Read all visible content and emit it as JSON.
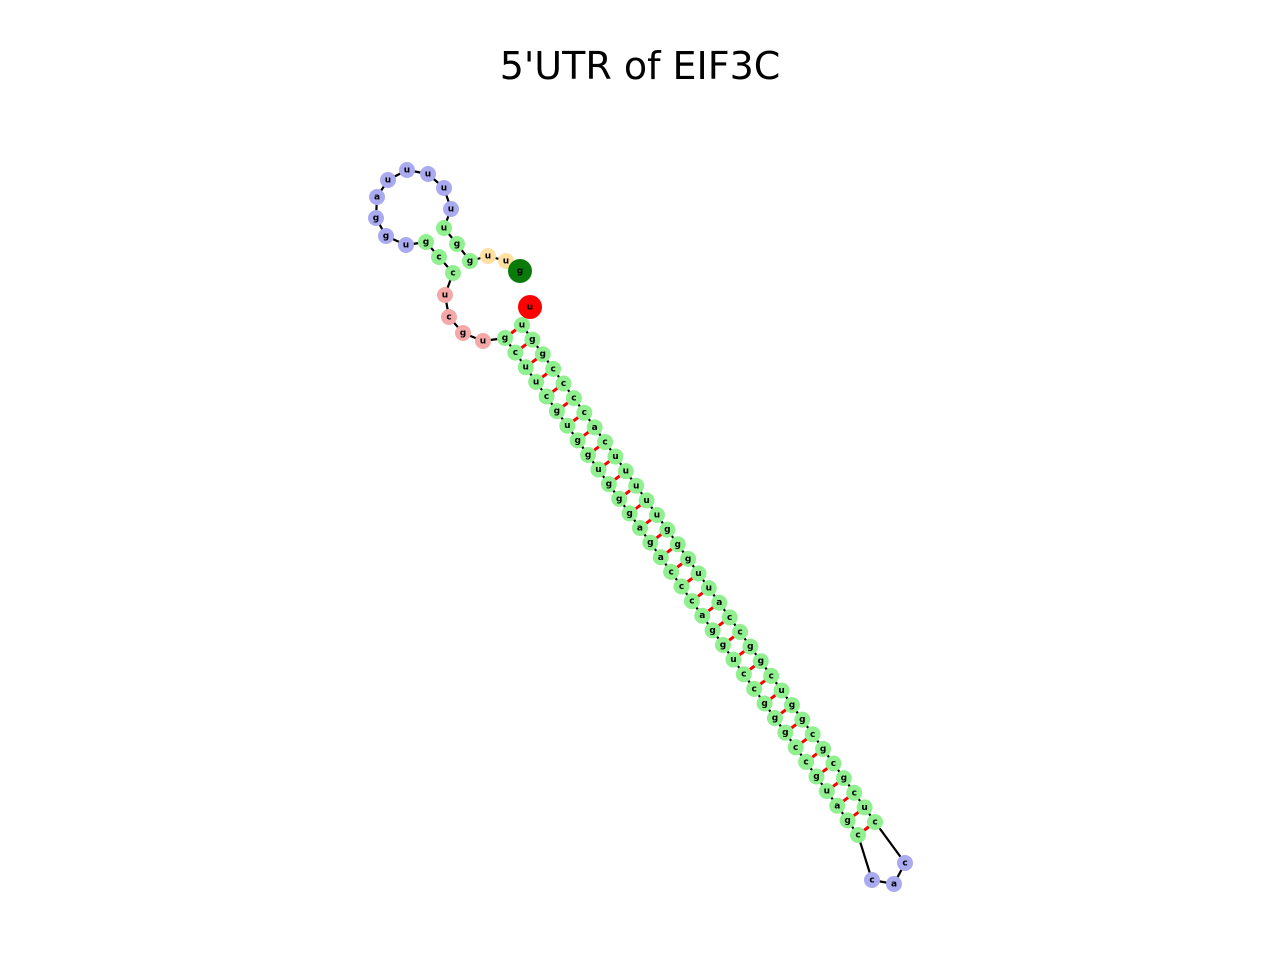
{
  "figure": {
    "title": "5'UTR of EIF3C"
  },
  "structure": {
    "five_prime_nucleotide": "g",
    "three_prime_nucleotide": "u",
    "colors": {
      "stem": "#90f090",
      "hairpin_loop": "#aaaaf0",
      "interior_loop": "#fafab0",
      "multiloop": "#f5a8a8",
      "unpaired_end": "#ffe0a0",
      "five_prime_end": "#0a7a0a",
      "three_prime_end": "#ff0000",
      "backbone": "#000000",
      "pair_bond": "#ff0000"
    },
    "top_hairpin_loop": [
      "u",
      "u",
      "u",
      "u",
      "u",
      "a",
      "g",
      "g",
      "u",
      "u"
    ],
    "top_stem_pairs": [
      [
        "g",
        "u"
      ],
      [
        "c",
        "g"
      ],
      [
        "c",
        "g"
      ]
    ],
    "five_prime_tail": [
      "u",
      "u"
    ],
    "multiloop": [
      "u",
      "c",
      "g",
      "u"
    ],
    "long_stem_left": [
      "g",
      "c",
      "u",
      "u",
      "c",
      "g",
      "u",
      "g",
      "g",
      "u",
      "g",
      "g",
      "g",
      "a",
      "g",
      "a",
      "c",
      "c",
      "c",
      "a",
      "g",
      "g",
      "u",
      "c",
      "c",
      "g",
      "g",
      "g",
      "c",
      "c",
      "g",
      "u",
      "a",
      "g",
      "c"
    ],
    "long_stem_right": [
      "u",
      "g",
      "g",
      "c",
      "c",
      "c",
      "c",
      "a",
      "c",
      "u",
      "u",
      "u",
      "u",
      "u",
      "g",
      "g",
      "g",
      "u",
      "u",
      "a",
      "c",
      "c",
      "g",
      "g",
      "c",
      "u",
      "g",
      "g",
      "c",
      "g",
      "c",
      "g",
      "c",
      "u",
      "c"
    ],
    "terminal_hairpin_loop": [
      "c",
      "a",
      "c"
    ]
  }
}
